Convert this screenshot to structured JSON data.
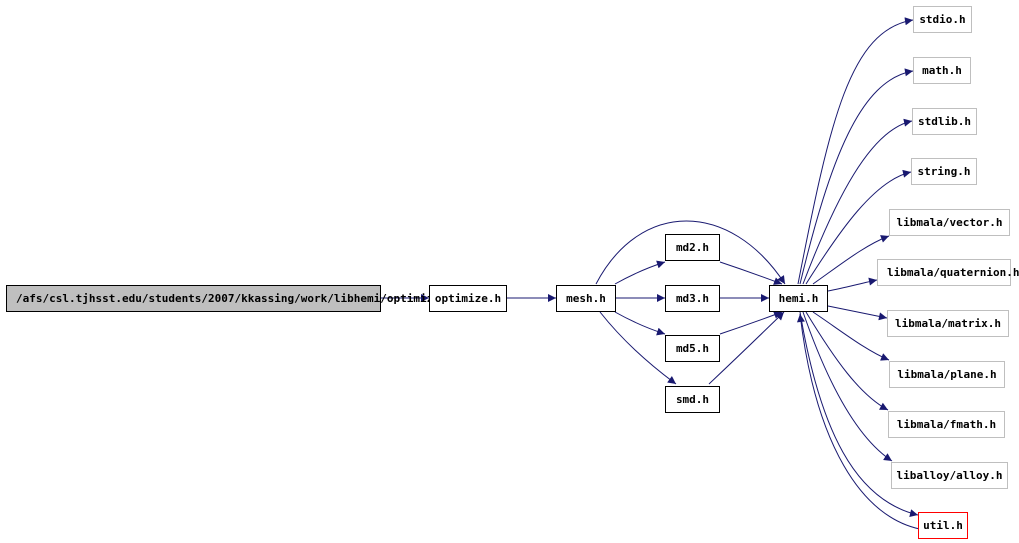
{
  "colors": {
    "edge": "#191970",
    "root_fill": "#bfbfbf",
    "ext_border": "#bfbfbf",
    "warn_border": "#ff0000"
  },
  "nodes": {
    "root": "/afs/csl.tjhsst.edu/students/2007/kkassing/work/libhemi/optimize.c",
    "optimize": "optimize.h",
    "mesh": "mesh.h",
    "md2": "md2.h",
    "md3": "md3.h",
    "md5": "md5.h",
    "smd": "smd.h",
    "hemi": "hemi.h",
    "stdio": "stdio.h",
    "math": "math.h",
    "stdlib": "stdlib.h",
    "string": "string.h",
    "vector": "libmala/vector.h",
    "quaternion": "libmala/quaternion.h",
    "matrix": "libmala/matrix.h",
    "plane": "libmala/plane.h",
    "fmath": "libmala/fmath.h",
    "alloy": "liballoy/alloy.h",
    "util": "util.h"
  }
}
